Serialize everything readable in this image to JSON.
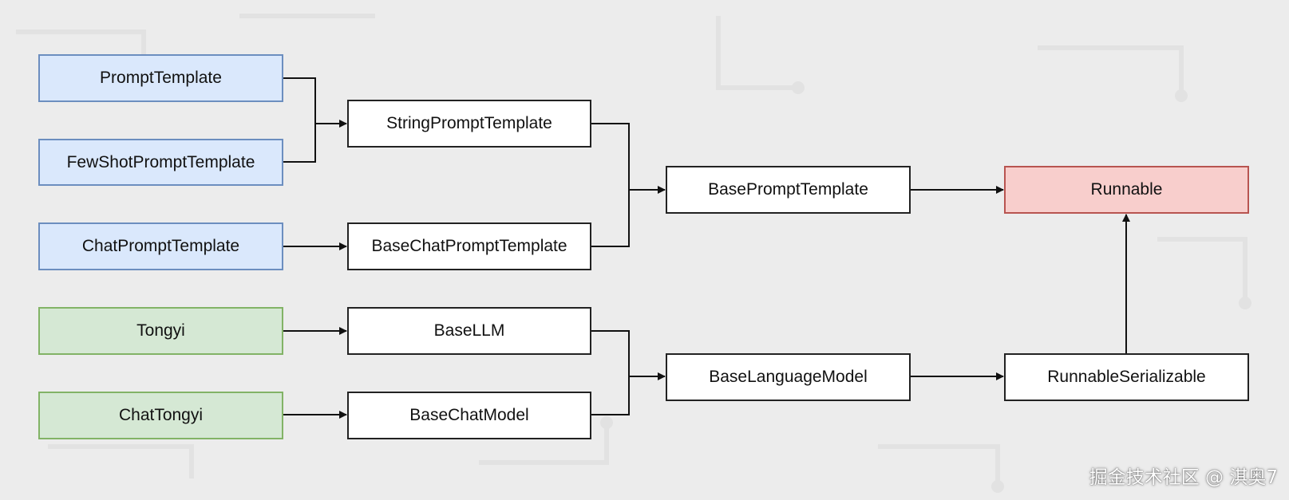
{
  "nodes": {
    "prompt_template": "PromptTemplate",
    "few_shot_prompt_template": "FewShotPromptTemplate",
    "chat_prompt_template": "ChatPromptTemplate",
    "tongyi": "Tongyi",
    "chat_tongyi": "ChatTongyi",
    "string_prompt_template": "StringPromptTemplate",
    "base_chat_prompt_template": "BaseChatPromptTemplate",
    "base_llm": "BaseLLM",
    "base_chat_model": "BaseChatModel",
    "base_prompt_template": "BasePromptTemplate",
    "base_language_model": "BaseLanguageModel",
    "runnable": "Runnable",
    "runnable_serializable": "RunnableSerializable"
  },
  "watermark": "掘金技术社区 @ 淇奥7",
  "colors": {
    "blue_fill": "#dae8fc",
    "blue_border": "#6c8ebf",
    "green_fill": "#d5e8d4",
    "green_border": "#82b366",
    "red_fill": "#f8cecc",
    "red_border": "#b85450"
  }
}
